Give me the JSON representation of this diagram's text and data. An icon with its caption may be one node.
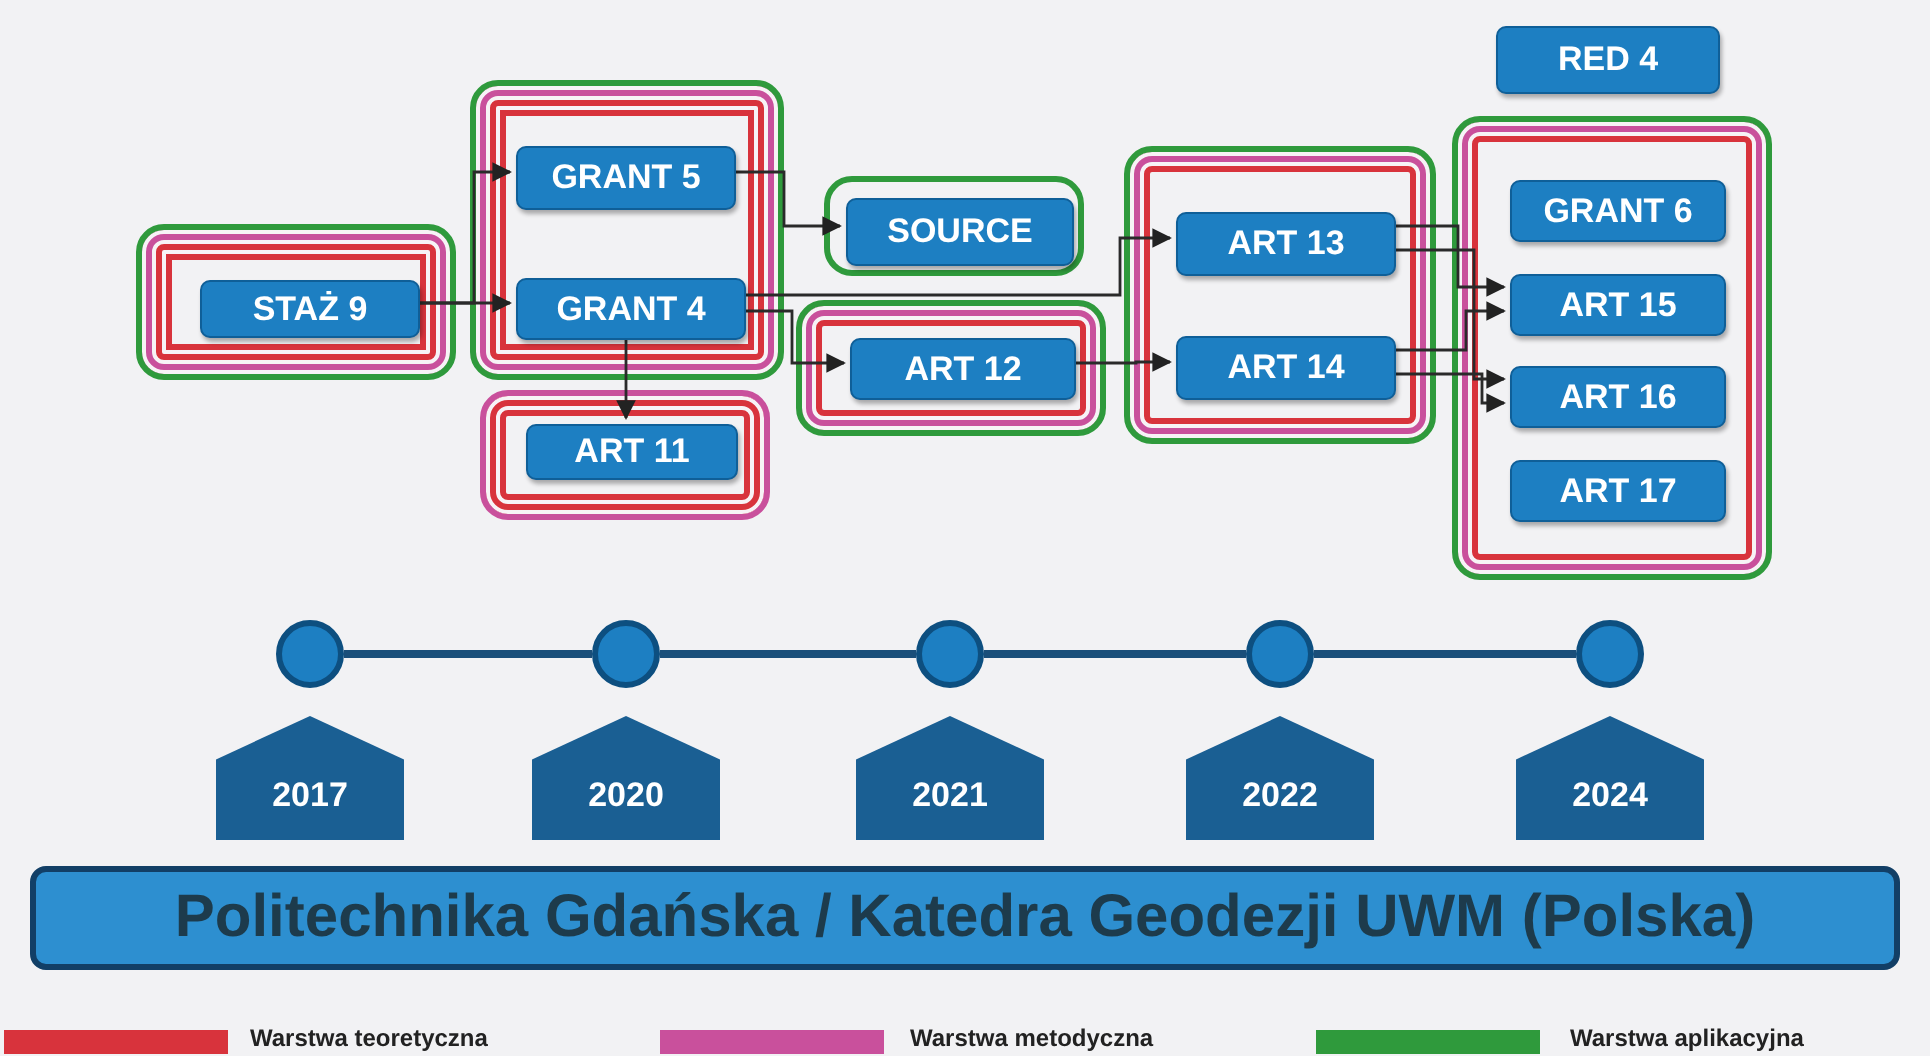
{
  "diagram": {
    "nodes": [
      {
        "text": [],
        "shape": "box"
      },
      {
        "text": [
          "STAŻ 9"
        ],
        "in": 0
      },
      {
        "text": [],
        "shape": "box"
      },
      {
        "text": [
          "GRANT 5"
        ],
        "in": 2
      },
      {
        "text": [
          "GRANT 4"
        ],
        "in": 2
      },
      {
        "text": [],
        "shape": "box"
      },
      {
        "text": [
          "ART 11"
        ],
        "in": 5
      },
      {
        "text": [],
        "shape": "box"
      },
      {
        "text": [
          "SOURCE"
        ],
        "in": 7
      },
      {
        "text": [],
        "shape": "box"
      },
      {
        "text": [
          "ART 12"
        ],
        "in": 9
      },
      {
        "text": [
          "RED 4"
        ]
      },
      {
        "text": [],
        "shape": "box"
      },
      {
        "text": [
          "ART 13"
        ],
        "in": 12
      },
      {
        "text": [
          "ART 14"
        ],
        "in": 12
      },
      {
        "text": [],
        "shape": "box"
      },
      {
        "text": [
          "GRANT 6"
        ],
        "in": 15
      },
      {
        "text": [
          "ART 15"
        ],
        "in": 15
      },
      {
        "text": [
          "ART 16"
        ],
        "in": 15
      },
      {
        "text": [
          "ART 17"
        ],
        "in": 15
      },
      {
        "text": [],
        "shape": "circle"
      },
      {
        "text": [],
        "shape": "circle"
      },
      {
        "text": [],
        "shape": "circle"
      },
      {
        "text": [],
        "shape": "circle"
      },
      {
        "text": [],
        "shape": "circle"
      },
      {
        "text": [
          "2017"
        ]
      },
      {
        "text": [
          "2020"
        ]
      },
      {
        "text": [
          "2021"
        ]
      },
      {
        "text": [
          "2022"
        ]
      },
      {
        "text": [
          "2024"
        ]
      },
      {
        "text": [
          "Politechnika Gdańska / Katedra Geodezji UWM (Polska)"
        ]
      }
    ],
    "edges": [
      {
        "from": 1,
        "to": 3,
        "arrow": "to"
      },
      {
        "from": 1,
        "to": 4,
        "arrow": "to"
      },
      {
        "from": 3,
        "to": 8,
        "arrow": "to"
      },
      {
        "from": 4,
        "to": 6,
        "arrow": "to"
      },
      {
        "from": 4,
        "to": 10,
        "arrow": "to"
      },
      {
        "from": 4,
        "to": 13,
        "arrow": "to"
      },
      {
        "from": 10,
        "to": 14,
        "arrow": "to"
      },
      {
        "from": 13,
        "to": 17,
        "arrow": "to"
      },
      {
        "from": 13,
        "to": 18,
        "arrow": "to"
      },
      {
        "from": 14,
        "to": 17,
        "arrow": "to"
      },
      {
        "from": 14,
        "to": 18,
        "arrow": "to"
      },
      {
        "from": 20,
        "to": 21,
        "arrow": "none",
        "style": "thick",
        "color": "#1a4f7a"
      },
      {
        "from": 21,
        "to": 22,
        "arrow": "none",
        "style": "thick",
        "color": "#1a4f7a"
      },
      {
        "from": 22,
        "to": 23,
        "arrow": "none",
        "style": "thick",
        "color": "#1a4f7a"
      },
      {
        "from": 23,
        "to": 24,
        "arrow": "none",
        "style": "thick",
        "color": "#1a4f7a"
      }
    ],
    "legend": [
      {
        "text": "Warstwa teoretyczna",
        "color": "#d8333c"
      },
      {
        "text": "Warstwa metodyczna",
        "color": "#c9509c"
      },
      {
        "text": "Warstwa aplikacyjna",
        "color": "#2f9a3c"
      }
    ]
  }
}
